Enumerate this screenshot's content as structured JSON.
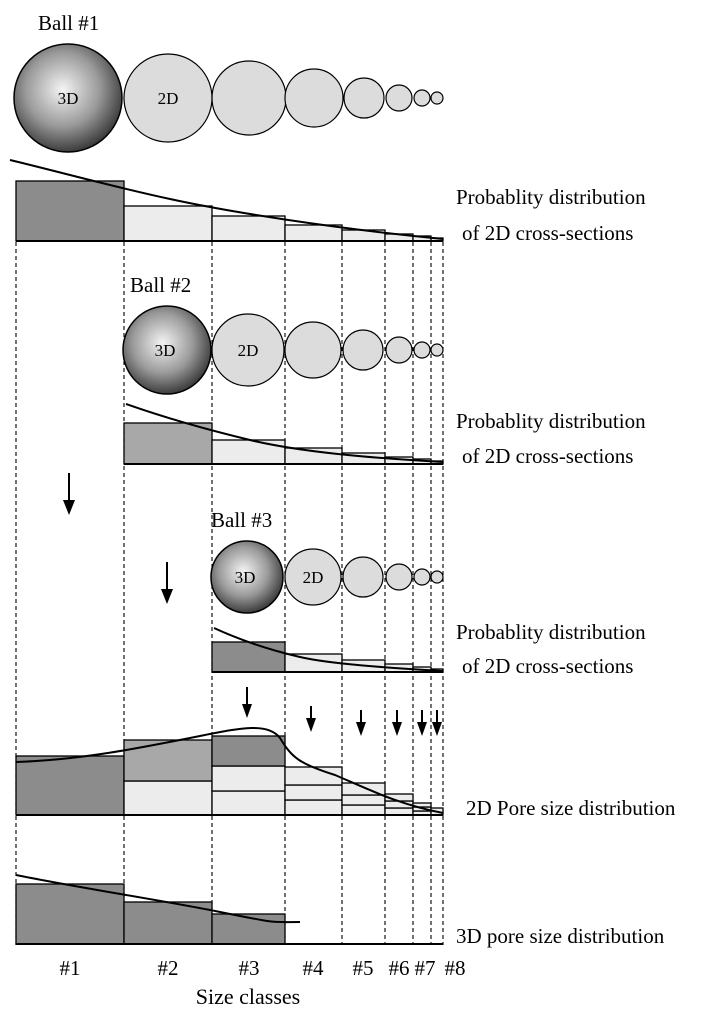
{
  "rows": [
    {
      "ball_label": "Ball #1",
      "sphere_label": "3D",
      "first_section_label": "2D",
      "caption_line1": "Probablity distribution",
      "caption_line2": "of 2D cross-sections"
    },
    {
      "ball_label": "Ball #2",
      "sphere_label": "3D",
      "first_section_label": "2D",
      "caption_line1": "Probablity distribution",
      "caption_line2": "of 2D cross-sections"
    },
    {
      "ball_label": "Ball #3",
      "sphere_label": "3D",
      "first_section_label": "2D",
      "caption_line1": "Probablity distribution",
      "caption_line2": "of 2D cross-sections"
    }
  ],
  "pore2d_label": "2D Pore size distribution",
  "pore3d_label": "3D pore size distribution",
  "size_classes": [
    "#1",
    "#2",
    "#3",
    "#4",
    "#5",
    "#6",
    "#7",
    "#8"
  ],
  "axis_label": "Size classes",
  "colors": {
    "sphere_dark": "#2e2e2e",
    "sphere_light": "#f4f4f4",
    "cross_section": "#dcdcdc",
    "bar_dark": "#8c8c8c",
    "bar_mid": "#a8a8a8",
    "bar_light": "#ececec"
  }
}
